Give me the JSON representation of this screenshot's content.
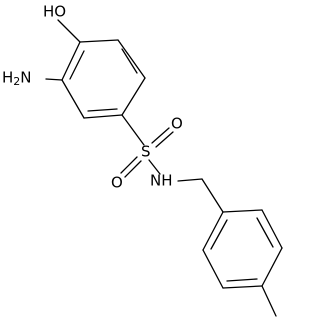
{
  "structure": {
    "labels": {
      "hydroxyl": "HO",
      "amino_main": "H",
      "amino_sub": "2",
      "amino_tail": "N",
      "sulfur": "S",
      "oxygen_top": "O",
      "oxygen_bottom": "O",
      "amide_nh": "NH"
    },
    "colors": {
      "bond": "#000000",
      "text": "#000000",
      "background": "#ffffff"
    }
  }
}
